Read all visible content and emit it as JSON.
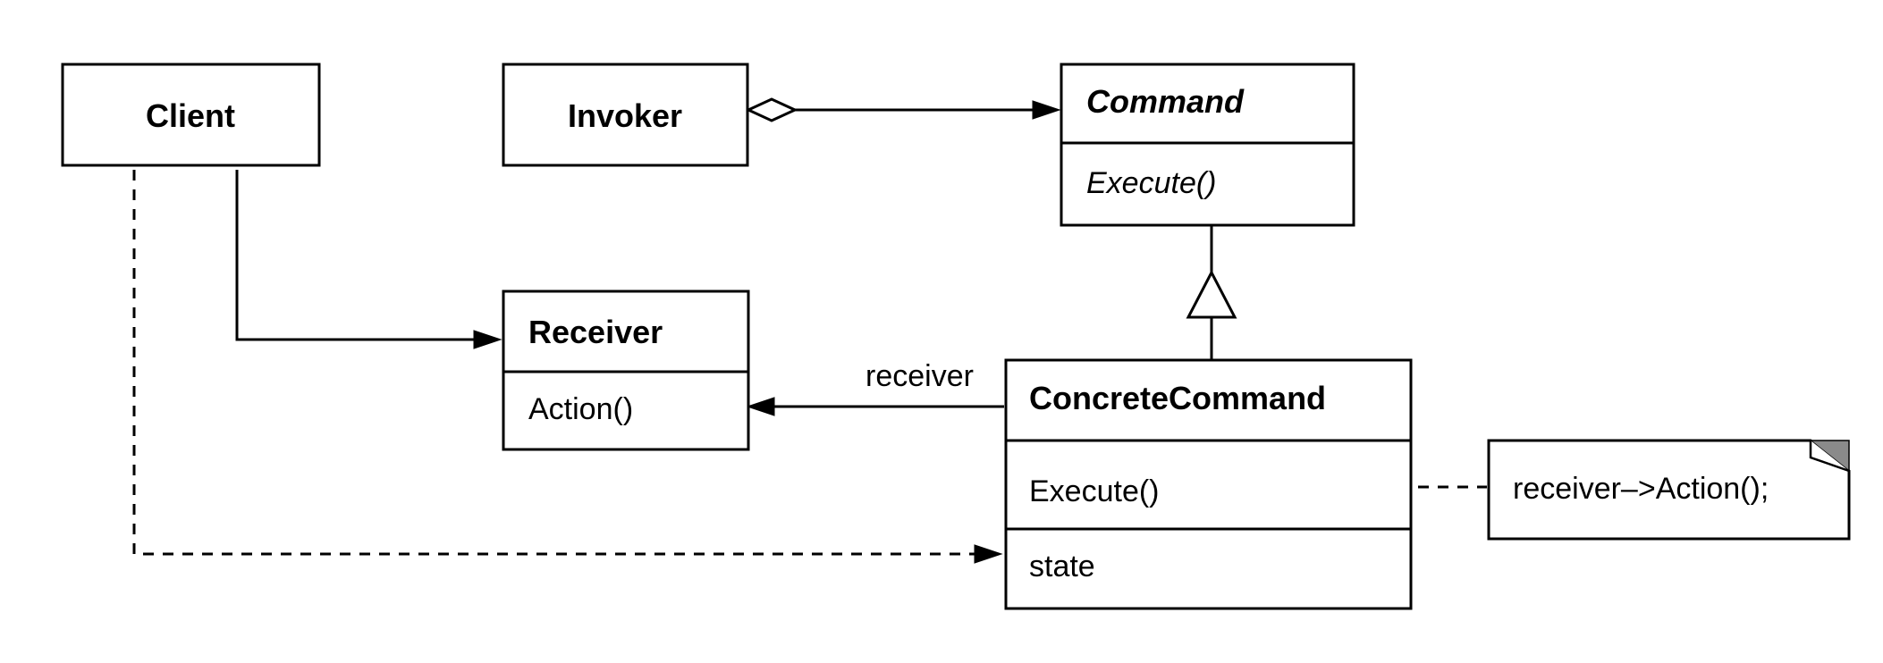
{
  "classes": {
    "client": {
      "name": "Client"
    },
    "invoker": {
      "name": "Invoker"
    },
    "command": {
      "name": "Command",
      "operation": "Execute()"
    },
    "receiver": {
      "name": "Receiver",
      "operation": "Action()"
    },
    "concrete_command": {
      "name": "ConcreteCommand",
      "operation": "Execute()",
      "attribute": "state"
    }
  },
  "labels": {
    "receiver_role": "receiver"
  },
  "note": {
    "text": "receiver–>Action();"
  }
}
